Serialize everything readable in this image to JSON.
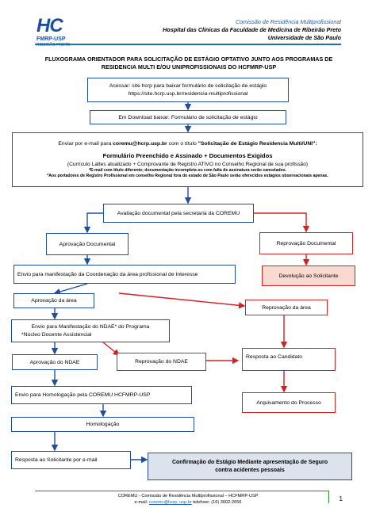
{
  "header": {
    "logo_mark": "HC",
    "logo_text": "FMRP-USP",
    "logo_sub": "RIBEIRÃO PRETO",
    "line1": "Comissão de Residência Multiprofissional",
    "line2": "Hospital das Clínicas da Faculdade de Medicina de Ribeirão Preto",
    "line3": "Universidade de São Paulo"
  },
  "title_line1": "FLUXOGRAMA ORIENTADOR PARA SOLICITAÇÃO DE ESTÁGIO OPTATIVO JUNTO AOS PROGRAMAS DE",
  "title_line2": "RESIDENCIA MULTI E/OU UNIPROFISSIONAIS DO HCFMRP-USP",
  "steps": {
    "acessar_l1": "Acessar: site hcrp para baixar formulário de solicitação de estágio",
    "acessar_l2": "https://site.hcrp.usp.br/residencia-multiprofissional",
    "download": "Em Download baixar:  Formulário de solicitação de estágio",
    "email_pre": "Enviar por e-mail para ",
    "email_addr": "coremu@hcrp.usp.br",
    "email_mid": " com o título ",
    "email_title": "\"Solicitação de Estágio Residencia Multi/UNI\":",
    "form_title": "Formulário Preenchido e Assinado + Documentos Exigidos",
    "form_docs": "(Currículo Lattes atualizado + Comprovante de Registro ATIVO no Conselho Regional de sua profissão)",
    "note1": "*E-mail com título diferente; documentação incompleta ou com falta de assinatura serão cancelados.",
    "note2": "*Aos portadores de Registro Profissional em conselho Regional fora do estado de São Paulo serão oferecidos estágios observacionais apenas.",
    "avaliacao": "Avaliação documental pela secretaria da COREMU",
    "aprovacao_doc": "Aprovação Documental",
    "reprovacao_doc": "Reprovação Documental",
    "envio_coord": "Envio para manifestação da Coordenação da área profissional de Interesse",
    "devolucao": "Devolução ao Solicitante",
    "aprovacao_area": "Aprovação da área",
    "reprovacao_area": "Reprovação da área",
    "envio_ndae_l1": "Envio para Manifestação do NDAE* do Programa",
    "envio_ndae_l2": "*Núcleo Docente Assistencial",
    "resposta_candidato": "Resposta ao Candidato",
    "aprovacao_ndae": "Aprovação do NDAE",
    "reprovacao_ndae": "Reprovação do NDAE",
    "envio_homolog": "Envio para Homologação pela COREMU HCFMRP-USP",
    "arquivamento": "Arquivamento do Processo",
    "homologacao": "Homologação",
    "resposta_email": "Resposta ao Solicitante por e-mail",
    "confirmacao": "Confirmação do Estágio Mediante apresentação de Seguro contra acidentes pessoais"
  },
  "footer": {
    "line1": "COREMU - Comissão de Residência Multiprofissional – HCFMRP-USP",
    "email_label": "e-mail: ",
    "email": "coremu@hcrp, usp.br",
    "phone": "     telefone: (16) 3602-2656",
    "page": "1"
  },
  "colors": {
    "blue": "#1f4e9c",
    "red": "#d42020",
    "accent": "#1f6fb0"
  }
}
